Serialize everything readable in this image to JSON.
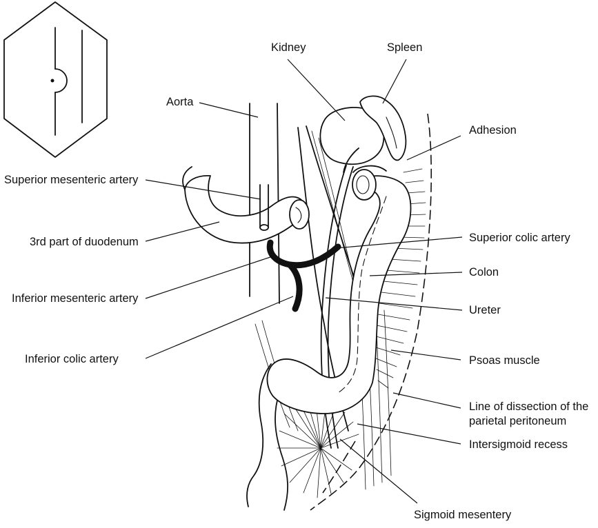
{
  "labels": {
    "kidney": "Kidney",
    "spleen": "Spleen",
    "aorta": "Aorta",
    "adhesion": "Adhesion",
    "superior_mesenteric_artery": "Superior mesenteric artery",
    "duodenum": "3rd part of duodenum",
    "superior_colic_artery": "Superior colic artery",
    "colon": "Colon",
    "inferior_mesenteric_artery": "Inferior mesenteric artery",
    "ureter": "Ureter",
    "inferior_colic_artery": "Inferior colic artery",
    "psoas_muscle": "Psoas muscle",
    "line_of_dissection_1": "Line of dissection of the",
    "line_of_dissection_2": "parietal peritoneum",
    "intersigmoid_recess": "Intersigmoid recess",
    "sigmoid_mesentery": "Sigmoid mesentery"
  },
  "colors": {
    "ink": "#111111",
    "background": "#ffffff"
  }
}
